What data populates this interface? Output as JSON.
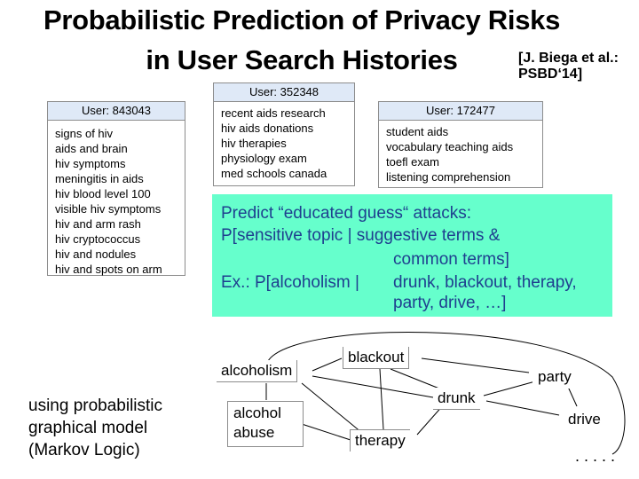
{
  "slide": {
    "title_line1": "Probabilistic Prediction of Privacy Risks",
    "title_line2": "in User Search Histories",
    "citation_line1": "[J. Biega et al.:",
    "citation_line2": "PSBD‘14]"
  },
  "users": [
    {
      "header": "User: 843043",
      "queries": [
        "signs of hiv",
        "aids and brain",
        "hiv symptoms",
        "meningitis in aids",
        "hiv blood level 100",
        "visible hiv symptoms",
        "hiv and arm rash",
        "hiv cryptococcus",
        "hiv and nodules",
        "hiv and spots on arm"
      ]
    },
    {
      "header": "User: 352348",
      "queries": [
        "recent aids research",
        "hiv aids donations",
        "hiv therapies",
        "physiology exam",
        "med schools canada"
      ]
    },
    {
      "header": "User: 172477",
      "queries": [
        "student aids",
        "vocabulary teaching aids",
        "toefl exam",
        "listening comprehension"
      ]
    }
  ],
  "prediction": {
    "line1": "Predict “educated guess“ attacks:",
    "line2": "P[sensitive topic | suggestive terms &",
    "line3": "common terms]",
    "example_prefix": "Ex.: P[alcoholism |",
    "example_terms1": "drunk, blackout, therapy,",
    "example_terms2": "party, drive, …]"
  },
  "graph_caption": {
    "line1": "using probabilistic",
    "line2": "graphical model",
    "line3": "(Markov Logic)"
  },
  "nodes": {
    "alcoholism": "alcoholism",
    "blackout": "blackout",
    "party": "party",
    "drunk": "drunk",
    "alcohol_abuse_1": "alcohol",
    "alcohol_abuse_2": "abuse",
    "therapy": "therapy",
    "drive": "drive",
    "ellipsis": ". . . . ."
  }
}
